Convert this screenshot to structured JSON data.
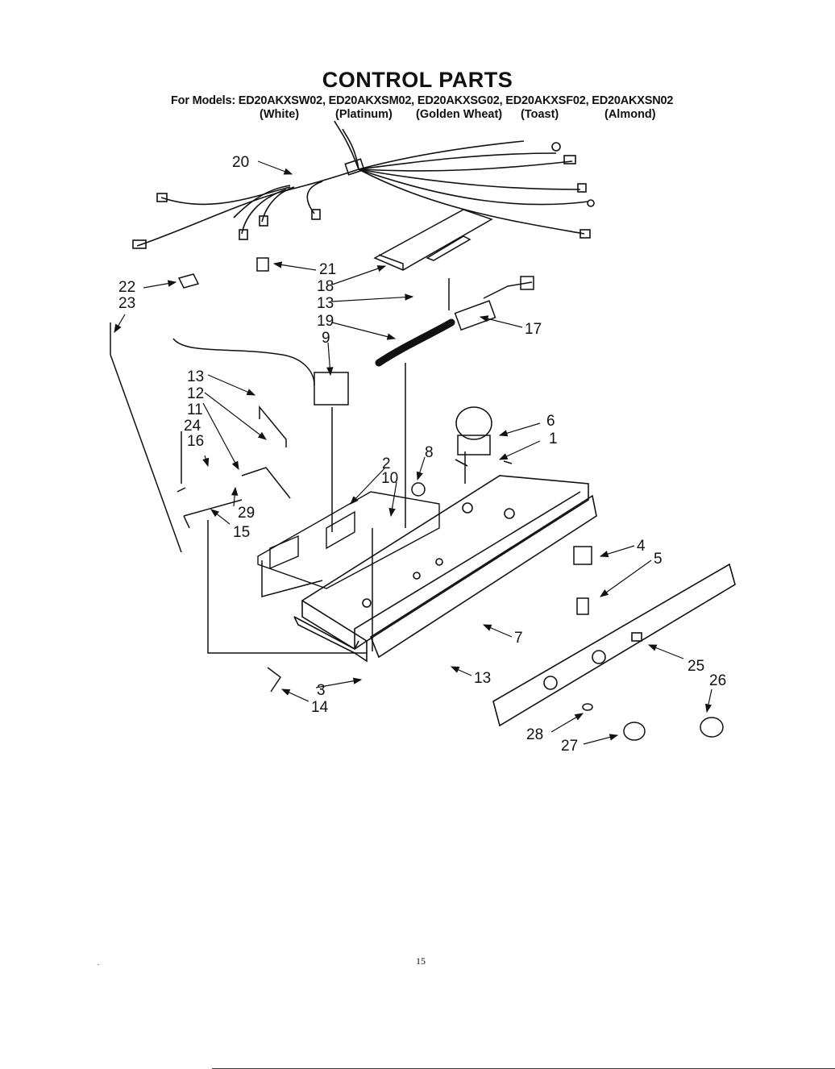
{
  "header": {
    "title": "CONTROL PARTS",
    "models_line": "For Models: ED20AKXSW02, ED20AKXSM02, ED20AKXSG02, ED20AKXSF02, ED20AKXSN02",
    "colors": [
      "(White)",
      "(Platinum)",
      "(Golden Wheat)",
      "(Toast)",
      "(Almond)"
    ]
  },
  "callouts": {
    "c20": "20",
    "c21": "21",
    "c18": "18",
    "c22": "22",
    "c23": "23",
    "c13a": "13",
    "c19": "19",
    "c17": "17",
    "c9": "9",
    "c13b": "13",
    "c12": "12",
    "c11": "11",
    "c24": "24",
    "c16": "16",
    "c6": "6",
    "c1": "1",
    "c8": "8",
    "c2": "2",
    "c10": "10",
    "c29": "29",
    "c15": "15",
    "c4": "4",
    "c5": "5",
    "c7": "7",
    "c25": "25",
    "c26": "26",
    "c3": "3",
    "c14": "14",
    "c13c": "13",
    "c28": "28",
    "c27": "27"
  },
  "footer": {
    "page_number": "15"
  }
}
